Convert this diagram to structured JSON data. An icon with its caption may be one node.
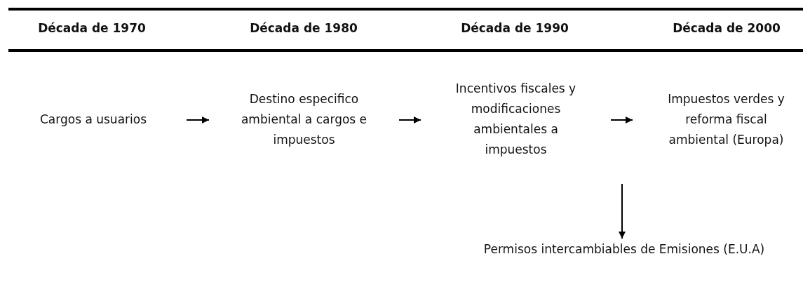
{
  "diagram": {
    "nodes": [
      {
        "text": [
          "Cargos a usuarios"
        ]
      },
      {
        "text": [
          "Destino especifico ambiental a cargos e impuestos"
        ]
      },
      {
        "text": [
          "Incentivos fiscales y modificaciones ambientales a impuestos"
        ]
      },
      {
        "text": [
          "Impuestos verdes y reforma fiscal ambiental (Europa)"
        ]
      },
      {
        "text": [
          "Permisos intercambiables de Emisiones (E.U.A)"
        ]
      }
    ],
    "edges": [
      {
        "from": 0,
        "to": 1,
        "arrow": "to"
      },
      {
        "from": 1,
        "to": 2,
        "arrow": "to"
      },
      {
        "from": 2,
        "to": 3,
        "arrow": "to"
      },
      {
        "from": null,
        "to": 4,
        "arrow": "to"
      }
    ],
    "labels": [
      "Década de 1970",
      "Década de 1980",
      "Década de 1990",
      "Década de 2000"
    ]
  }
}
